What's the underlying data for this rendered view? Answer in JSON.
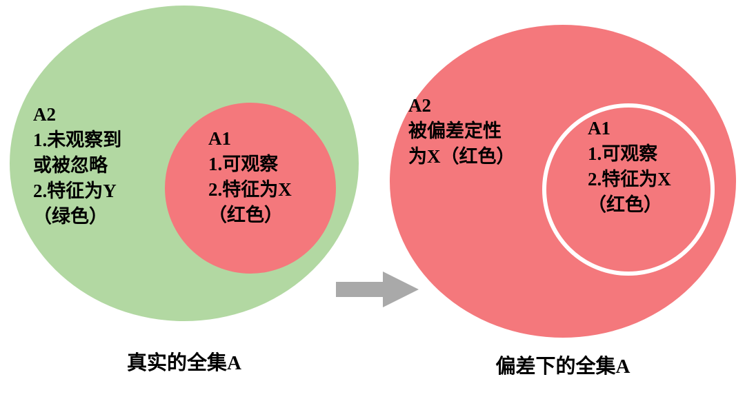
{
  "colors": {
    "green": "#b2d8a2",
    "red": "#f4787c",
    "arrow": "#a9a9a9",
    "ring": "#ffffff"
  },
  "left": {
    "outer": {
      "title": "A2",
      "lines": [
        "1.未观察到",
        "或被忽略",
        "2.特征为Y",
        "（绿色）"
      ]
    },
    "inner": {
      "title": "A1",
      "lines": [
        "1.可观察",
        "2.特征为X",
        "（红色）"
      ]
    },
    "caption": "真实的全集A"
  },
  "right": {
    "outer": {
      "title": "A2",
      "lines": [
        "被偏差定性",
        "为X（红色）"
      ]
    },
    "inner": {
      "title": "A1",
      "lines": [
        "1.可观察",
        "2.特征为X",
        "（红色）"
      ]
    },
    "caption": "偏差下的全集A"
  }
}
